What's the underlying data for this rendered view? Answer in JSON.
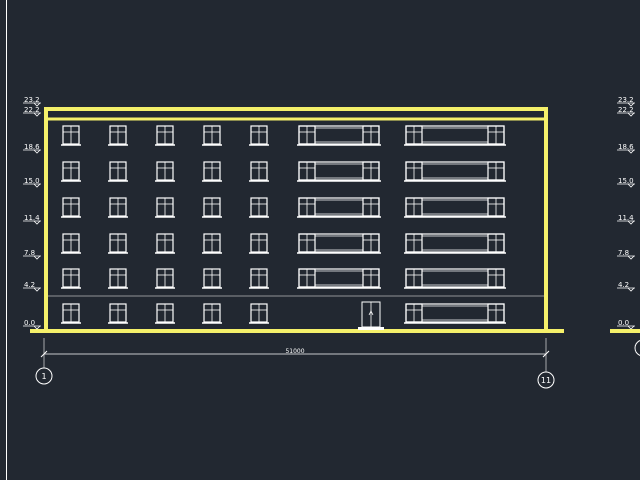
{
  "colors": {
    "background": "#222831",
    "outline": "#f5f06a",
    "linework": "#ffffff"
  },
  "drawing": {
    "level_labels": [
      "23.2",
      "22.2",
      "18.6",
      "15.0",
      "11.4",
      "7.8",
      "4.2",
      "0.0"
    ],
    "right_level_labels": [
      "23.2",
      "22.2",
      "18.6",
      "15.0",
      "11.4",
      "7.8",
      "4.2",
      "0.0"
    ],
    "overall_dimension": "51000",
    "axis_left": "1",
    "axis_right": "11"
  }
}
